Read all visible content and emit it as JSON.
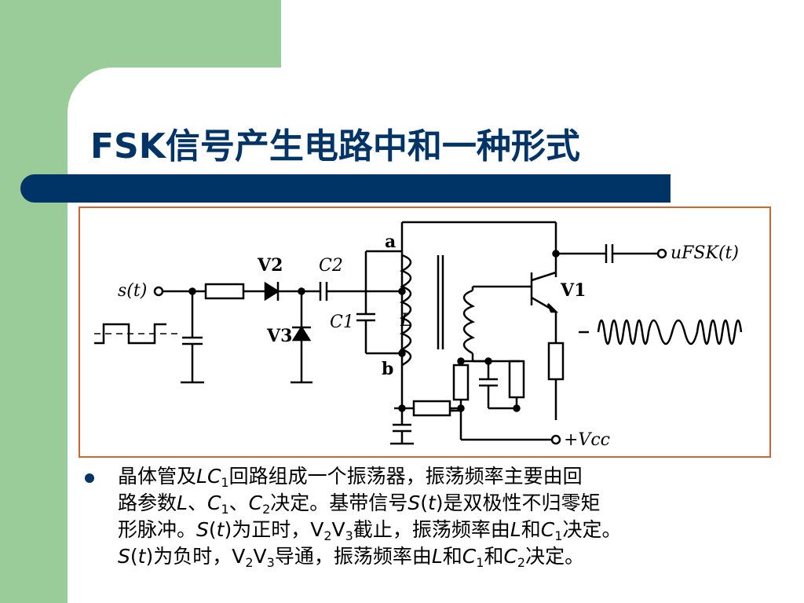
{
  "slide": {
    "title": "FSK信号产生电路中和一种形式"
  },
  "diagram": {
    "labels": {
      "input": "s(t)",
      "diode_v2": "V2",
      "diode_v3": "V3",
      "cap_c2": "C2",
      "cap_c1": "C1",
      "inductor_l": "L",
      "node_a": "a",
      "node_b": "b",
      "transistor_v1": "V1",
      "output": "uFSK(t)",
      "supply": "+Vcc"
    }
  },
  "bullet": {
    "l1a": "晶体管及",
    "l1b": "LC",
    "l1c": "1",
    "l1d": "回路组成一个振荡器，振荡频率主要由回",
    "l2a": "路参数",
    "l2b": "L",
    "l2c": "、",
    "l2d": "C",
    "l2e": "1",
    "l2f": "、",
    "l2g": "C",
    "l2h": "2",
    "l2i": "决定。基带信号",
    "l2j": "S",
    "l2k": "(",
    "l2l": "t",
    "l2m": ")",
    "l2n": "是双极性不归零矩",
    "l3a": "形脉冲。",
    "l3b": "S",
    "l3c": "(",
    "l3d": "t",
    "l3e": ")",
    "l3f": "为正时，V",
    "l3g": "2",
    "l3h": "V",
    "l3i": "3",
    "l3j": "截止，振荡频率由",
    "l3k": "L",
    "l3l": "和",
    "l3m": "C",
    "l3n": "1",
    "l3o": "决定。",
    "l4a": "S",
    "l4b": "(",
    "l4c": "t",
    "l4d": ")",
    "l4e": "为负时，V",
    "l4f": "2",
    "l4g": "V",
    "l4h": "3",
    "l4i": "导通，振荡频率由",
    "l4j": "L",
    "l4k": "和",
    "l4l": "C",
    "l4m": "1",
    "l4n": "和",
    "l4o": "C",
    "l4p": "2",
    "l4q": "决定。"
  }
}
